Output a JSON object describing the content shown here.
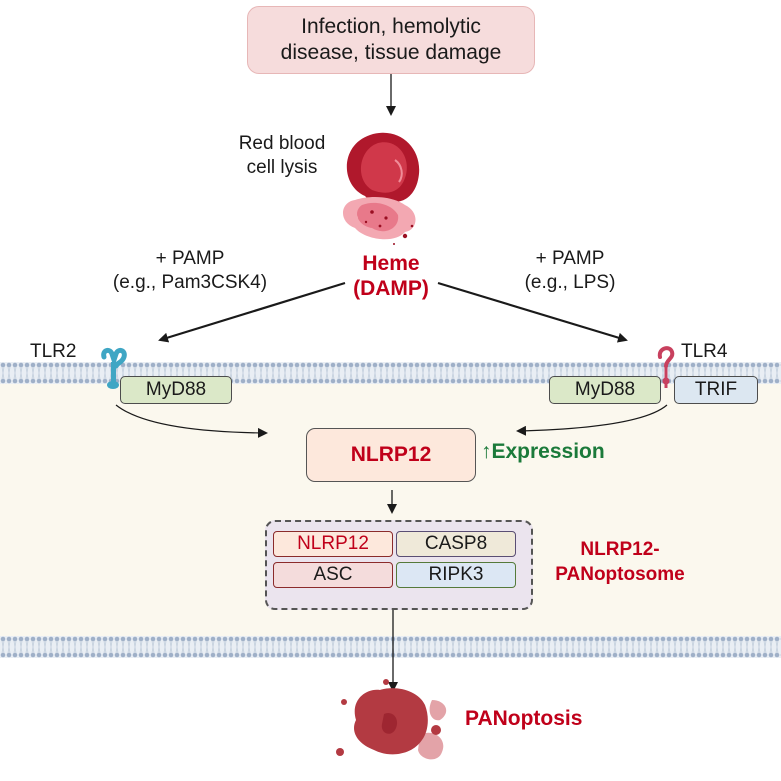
{
  "trigger": {
    "text_line1": "Infection, hemolytic",
    "text_line2": "disease, tissue damage"
  },
  "rbc": {
    "label_line1": "Red blood",
    "label_line2": "cell lysis"
  },
  "heme": {
    "line1": "Heme",
    "line2": "(DAMP)"
  },
  "left_pamp": {
    "line1": "+ PAMP",
    "line2": "(e.g., Pam3CSK4)"
  },
  "right_pamp": {
    "line1": "+ PAMP",
    "line2": "(e.g., LPS)"
  },
  "receptors": {
    "left": "TLR2",
    "right": "TLR4"
  },
  "adaptors": {
    "left_myd88": "MyD88",
    "right_myd88": "MyD88",
    "trif": "TRIF"
  },
  "nlrp12": {
    "label": "NLRP12",
    "expression_arrow": "↑",
    "expression": "Expression"
  },
  "panoptosome": {
    "components": [
      {
        "label": "NLRP12"
      },
      {
        "label": "CASP8"
      },
      {
        "label": "ASC"
      },
      {
        "label": "RIPK3"
      }
    ],
    "label_line1": "NLRP12-",
    "label_line2": "PANoptosome"
  },
  "outcome": {
    "label": "PANoptosis"
  },
  "colors": {
    "accent_red": "#c0001a",
    "expression_green": "#1b7a3a",
    "cytoplasm": "#fbf8ee",
    "membrane": "#9fb2c8",
    "tlr2": "#3fa6c4",
    "tlr4": "#c8405e"
  }
}
